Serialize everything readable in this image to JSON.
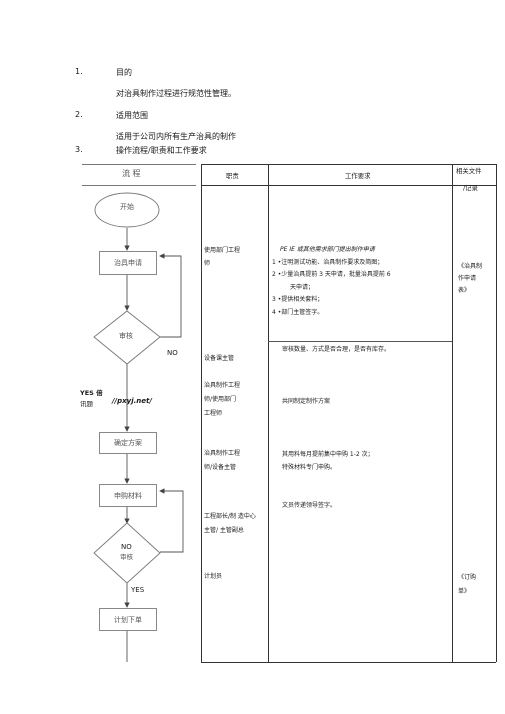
{
  "sections": [
    {
      "num": "1.",
      "title": "目的",
      "body": "对治具制作过程进行规范性管理。"
    },
    {
      "num": "2.",
      "title": "适用范围",
      "body": "适用于公司内所有生产治具的制作"
    },
    {
      "num": "3.",
      "title": "操作流程/职责和工作要求"
    }
  ],
  "table": {
    "headers": {
      "flow": "流   程",
      "duty": "职责",
      "work": "工作要求",
      "docs_line1": "相关文件",
      "docs_line2": "/记录"
    }
  },
  "flowchart": {
    "start": "开始",
    "apply": "治具申请",
    "review": "审核",
    "no_label_1": "NO",
    "yes_label_1": "YES 倍",
    "yes_label_1b": "讯题",
    "watermark": "//pxyj.net/",
    "confirm": "确定方案",
    "purchase": "申购材料",
    "review2_no": "NO",
    "review2": "审核",
    "yes_label_2": "YES",
    "order": "计划下单"
  },
  "rows": [
    {
      "duty": [
        "使用部门工程",
        "师"
      ],
      "work": [
        "PE IE 或其他需求部门提出制作申请",
        "1 •注明测试功能、治具制作要求及简图；",
        "2 •少量治具提前 3 天申请，批量治具提前 6",
        "天申请；",
        "3 •提供相关套料；",
        "4 •部门主管签字。"
      ],
      "docs": [
        "《治具制",
        "作申请",
        "表》"
      ]
    },
    {
      "duty": [
        "设备课主管"
      ],
      "work": [
        "审核数量、方式是否合理，是否有库存。"
      ]
    },
    {
      "duty": [
        "治具制作工程",
        "师/使用部门",
        "工程师"
      ],
      "work": [
        "共同制定制作方案"
      ]
    },
    {
      "duty": [
        "治具制作工程",
        "师/设备主管"
      ],
      "work": [
        "其用料每月提前集中申购 1-2 次；",
        "特殊材料专门申购。"
      ]
    },
    {
      "duty": [
        "工程部长/制 造中心",
        "主管/ 主管副总"
      ],
      "work": [
        "文员传递领导签字。"
      ]
    },
    {
      "duty": [
        "计划员"
      ],
      "docs": [
        "《订购",
        "单》"
      ]
    }
  ]
}
